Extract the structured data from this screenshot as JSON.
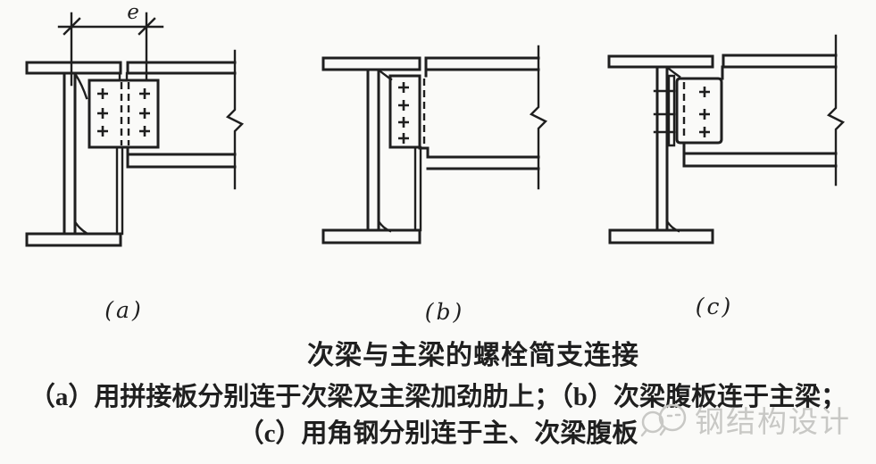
{
  "page": {
    "background": "#fafaf8",
    "ink": "#1f1f1f",
    "watermark_color": "#c8c8c5"
  },
  "figure": {
    "dimension_label": "e",
    "title": "次梁与主梁的螺栓简支连接",
    "caption_line1": "（a）用拼接板分别连于次梁及主梁加劲肋上；（b）次梁腹板连于主梁；",
    "caption_line2": "（c）用角钢分别连于主、次梁腹板"
  },
  "panels": [
    {
      "label": "(a)"
    },
    {
      "label": "(b)"
    },
    {
      "label": "(c)"
    }
  ],
  "watermark": {
    "text": "钢结构设计"
  }
}
